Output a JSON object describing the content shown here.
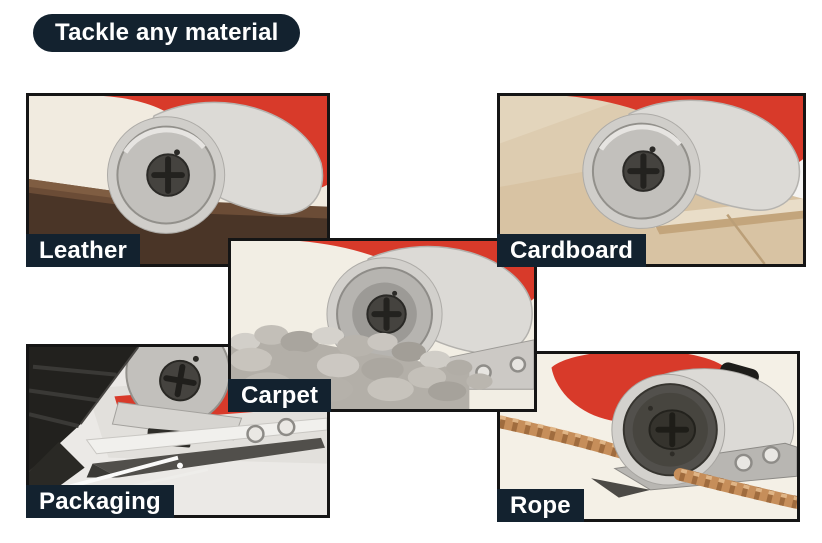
{
  "title": "Tackle any material",
  "panels": [
    {
      "id": "leather",
      "label": "Leather"
    },
    {
      "id": "cardboard",
      "label": "Cardboard"
    },
    {
      "id": "carpet",
      "label": "Carpet"
    },
    {
      "id": "packaging",
      "label": "Packaging"
    },
    {
      "id": "rope",
      "label": "Rope"
    }
  ],
  "colors": {
    "page_bg": "#ffffff",
    "badge_bg": "#13222f",
    "badge_text": "#ffffff",
    "panel_border": "#151515",
    "tool_red": "#d83a2a",
    "tool_silver": "#dcdad6",
    "blade_grey": "#c2c0bc",
    "hub_dark": "#45433f"
  }
}
